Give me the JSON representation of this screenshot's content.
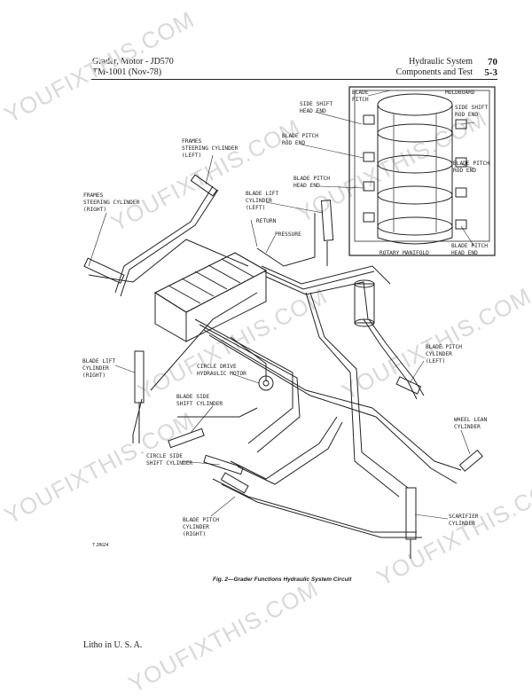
{
  "header": {
    "left_line1": "Grader, Motor - JD570",
    "left_line2": "TM-1001   (Nov-78)",
    "right_line1": "Hydraulic System",
    "right_line2": "Components and Test",
    "page_num": "70",
    "section": "5-3"
  },
  "watermark": "YOUFIXTHIS.COM",
  "labels": {
    "frames_left": [
      "FRAMES",
      "STEERING CYLINDER",
      "(LEFT)"
    ],
    "frames_right": [
      "FRAMES",
      "STEERING CYLINDER",
      "(RIGHT)"
    ],
    "side_shift_head": [
      "SIDE SHIFT",
      "HEAD END"
    ],
    "blade_pitch_top": [
      "BLADE",
      "PITCH"
    ],
    "moldboard": "MOLDBOARD",
    "side_shift_rod": [
      "SIDE SHIFT",
      "ROD END"
    ],
    "blade_pitch_rod_left": [
      "BLADE PITCH",
      "ROD END"
    ],
    "blade_pitch_rod_right": [
      "BLADE PITCH",
      "ROD END"
    ],
    "blade_pitch_head_left": [
      "BLADE PITCH",
      "HEAD END"
    ],
    "blade_lift_left": [
      "BLADE LIFT",
      "CYLINDER",
      "(LEFT)"
    ],
    "return": "RETURN",
    "pressure": "PRESSURE",
    "blade_pitch_head_right": [
      "BLADE PITCH",
      "HEAD END"
    ],
    "rotary_manifold": "ROTARY MANIFOLD",
    "blade_pitch_cyl_left": [
      "BLADE PITCH",
      "CYLINDER",
      "(LEFT)"
    ],
    "blade_lift_right": [
      "BLADE LIFT",
      "CYLINDER",
      "(RIGHT)"
    ],
    "circle_drive": [
      "CIRCLE DRIVE",
      "HYDRAULIC MOTOR"
    ],
    "blade_side_shift": [
      "BLADE SIDE",
      "SHIFT CYLINDER"
    ],
    "wheel_lean": [
      "WHEEL LEAN",
      "CYLINDER"
    ],
    "circle_side_shift": [
      "CIRCLE SIDE",
      "SHIFT CYLINDER"
    ],
    "blade_pitch_cyl_right": [
      "BLADE PITCH",
      "CYLINDER",
      "(RIGHT)"
    ],
    "scarifier": [
      "SCARIFIER",
      "CYLINDER"
    ]
  },
  "fig_id": "T 28624",
  "caption": "Fig. 2—Grader Functions Hydraulic System Circuit",
  "footer": "Litho in U. S. A."
}
